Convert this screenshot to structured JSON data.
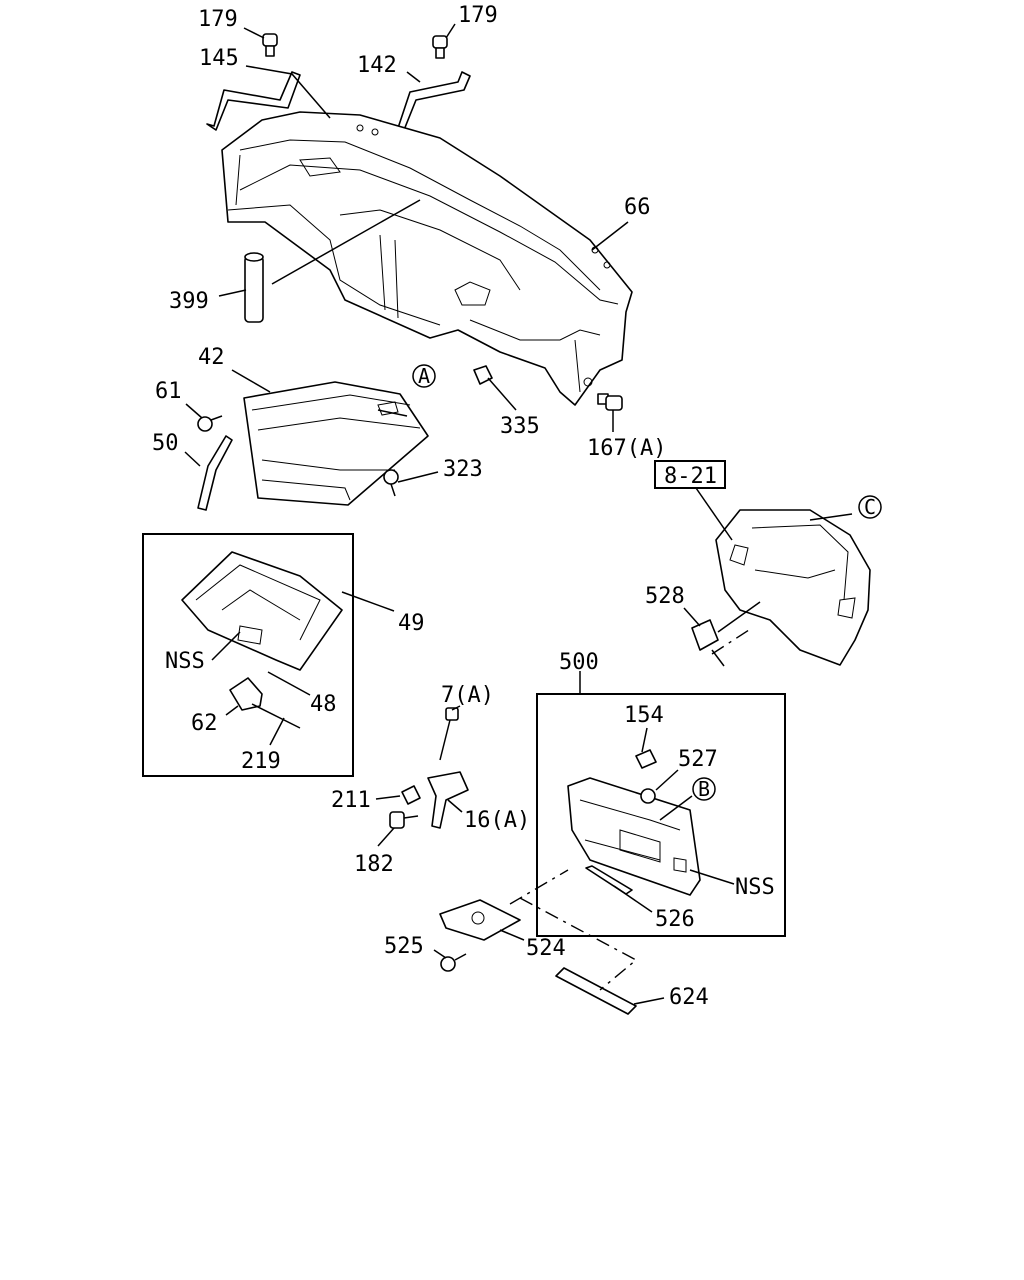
{
  "labels": {
    "p179a": "179",
    "p179b": "179",
    "p145": "145",
    "p142": "142",
    "p66": "66",
    "p399": "399",
    "p42": "42",
    "p61": "61",
    "p50": "50",
    "p323": "323",
    "p335": "335",
    "p167": "167(A)",
    "p821": "8-21",
    "p49": "49",
    "nss1": "NSS",
    "p48": "48",
    "p62": "62",
    "p219": "219",
    "p528": "528",
    "p500": "500",
    "p7": "7(A)",
    "p154": "154",
    "p527": "527",
    "p211": "211",
    "p16": "16(A)",
    "p182": "182",
    "nss2": "NSS",
    "p526": "526",
    "p525": "525",
    "p524": "524",
    "p624": "624"
  },
  "callouts": {
    "a": "A",
    "b": "B",
    "c": "C"
  }
}
